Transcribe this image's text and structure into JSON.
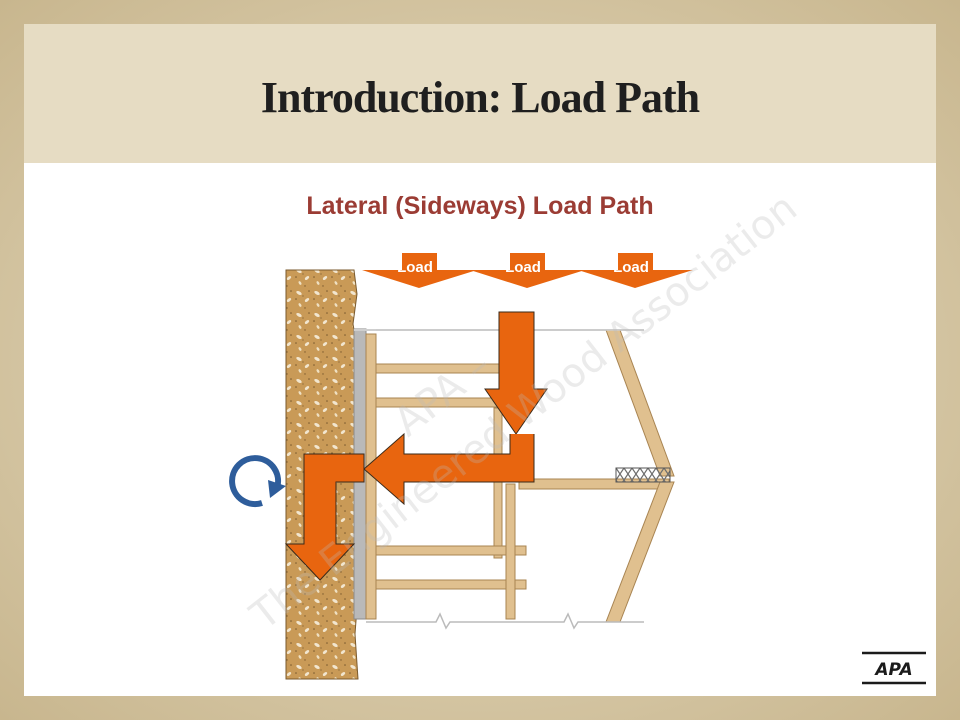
{
  "slide": {
    "title": "Introduction: Load Path",
    "subtitle": "Lateral (Sideways) Load Path"
  },
  "diagram": {
    "load_labels": [
      "Load",
      "Load",
      "Load"
    ],
    "arrow_color": "#e8650f",
    "wood_color": "#e0c08f",
    "soil_color": "#c99a57",
    "rotation_icon_color": "#2e5d9b"
  },
  "watermark": {
    "text": "The Engineered Wood Association",
    "prefix": "APA –"
  },
  "logo": {
    "text": "APA"
  },
  "colors": {
    "title_band": "#e6dcc3",
    "subtitle": "#9b3c34",
    "border": "#c8b68e"
  }
}
